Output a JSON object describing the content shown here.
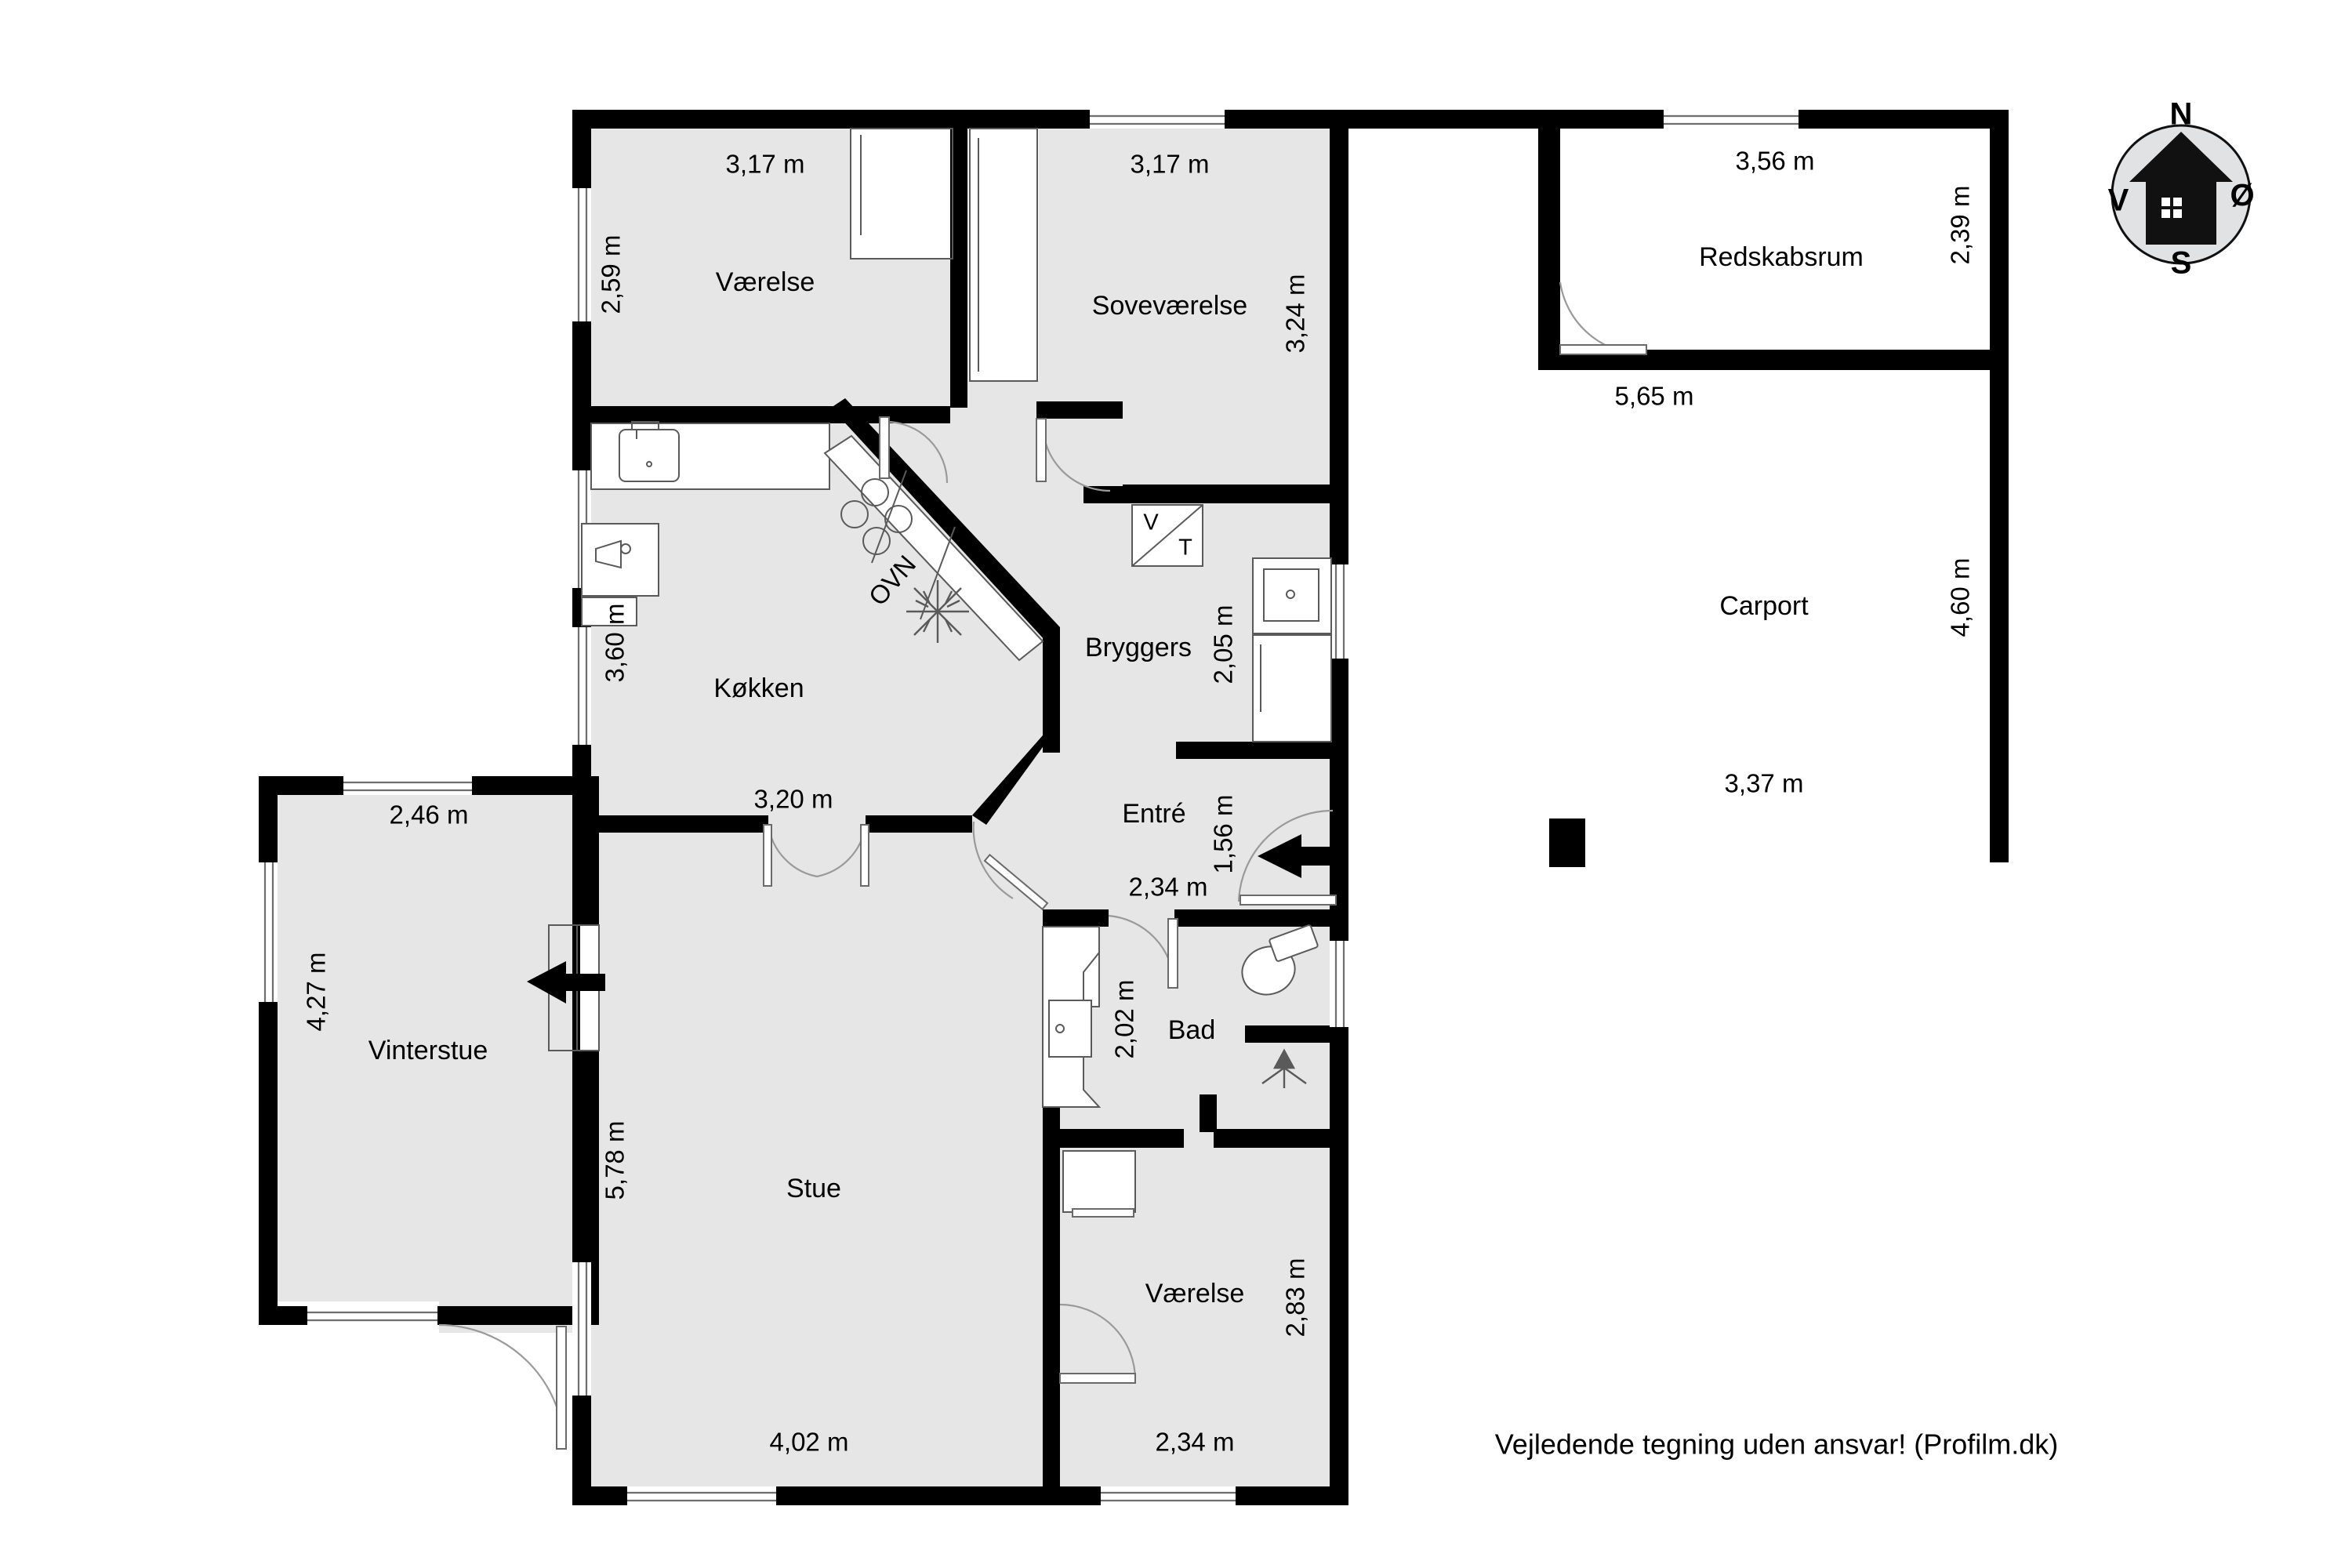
{
  "document": {
    "type": "floor-plan",
    "credit": "Vejledende tegning uden ansvar! (Profilm.dk)",
    "background_color": "#ffffff",
    "wall_color": "#000000",
    "floor_color": "#e6e6e6"
  },
  "compass": {
    "north": "N",
    "east": "Ø",
    "south": "S",
    "west": "V"
  },
  "rooms": [
    {
      "id": "vaerelse_top",
      "label": "Værelse",
      "width": "3,17 m",
      "height": "2,59 m"
    },
    {
      "id": "sovevaerelse",
      "label": "Soveværelse",
      "width": "3,17 m",
      "height": "3,24 m"
    },
    {
      "id": "redskabsrum",
      "label": "Redskabsrum",
      "width": "3,56 m",
      "height": "2,39 m"
    },
    {
      "id": "koekken",
      "label": "Køkken",
      "width": "3,20 m",
      "height": "3,60 m"
    },
    {
      "id": "bryggers",
      "label": "Bryggers",
      "width": "",
      "height": "2,05 m"
    },
    {
      "id": "entre",
      "label": "Entré",
      "width": "",
      "height": "1,56 m"
    },
    {
      "id": "bad",
      "label": "Bad",
      "width": "2,34 m",
      "height": "2,02 m"
    },
    {
      "id": "vinterstue",
      "label": "Vinterstue",
      "width": "2,46 m",
      "height": "4,27 m"
    },
    {
      "id": "stue",
      "label": "Stue",
      "width": "4,02 m",
      "height": "5,78 m"
    },
    {
      "id": "vaerelse_bottom",
      "label": "Værelse",
      "width": "2,34 m",
      "height": "2,83 m"
    },
    {
      "id": "carport",
      "label": "Carport",
      "width": "3,37 m",
      "height": "4,60 m"
    }
  ],
  "dimensions": {
    "vaerelse_top_w": "3,17 m",
    "vaerelse_top_h": "2,59 m",
    "sovevaerelse_w": "3,17 m",
    "sovevaerelse_h": "3,24 m",
    "redskabsrum_w": "3,56 m",
    "redskabsrum_h": "2,39 m",
    "redskabsrum_outer_w": "5,65 m",
    "koekken_w": "3,20 m",
    "koekken_h": "3,60 m",
    "bryggers_h": "2,05 m",
    "entre_h": "1,56 m",
    "bad_w": "2,34 m",
    "bad_h": "2,02 m",
    "vinterstue_w": "2,46 m",
    "vinterstue_h": "4,27 m",
    "stue_w": "4,02 m",
    "stue_h": "5,78 m",
    "vaerelse_bottom_w": "2,34 m",
    "vaerelse_bottom_h": "2,83 m",
    "carport_w": "3,37 m",
    "carport_h": "4,60 m"
  },
  "appliances": {
    "oven": "OVN",
    "washer": "V",
    "dryer": "T"
  },
  "footer": {
    "credit": "Vejledende tegning uden ansvar! (Profilm.dk)"
  }
}
